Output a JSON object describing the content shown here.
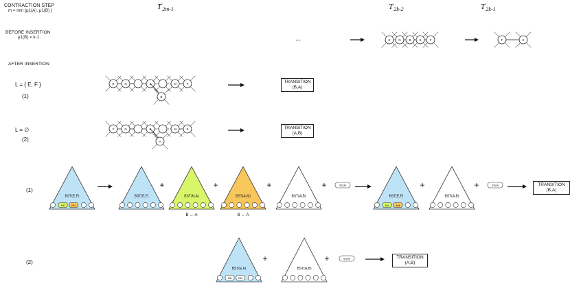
{
  "header": {
    "contraction_step": "CONTRACTION STEP",
    "m_def": "m = min {μ1(A), μ1(B) }",
    "t_2m1": "2m-1",
    "t_2k2": "2k-2",
    "t_2k1": "2k-1",
    "t_symbol": "T",
    "t_prime": "'",
    "k_prime": "'",
    "k_letter": "k"
  },
  "before": {
    "title": "BEFORE INSERTION",
    "cond": "μ1(B) = k-1",
    "ellipsis": "...",
    "chain_labels": [
      "E",
      "N",
      "B",
      "S",
      "F"
    ],
    "pair_labels": [
      "F",
      "E"
    ]
  },
  "after": {
    "title": "AFTER INSERTION",
    "case1_cond": "L = { E, F }",
    "case1_num": "(1)",
    "case2_cond": "L = ∅",
    "case2_num": "(2)",
    "case1_chain": [
      "E",
      "N",
      "",
      "S",
      "",
      "M",
      "F"
    ],
    "case1_branch": "B",
    "case2_chain": [
      "F",
      "N",
      "",
      "B",
      "",
      "M",
      "E"
    ],
    "case2_branch": "A",
    "transition1": [
      "TRANSITION",
      "(B,A)"
    ],
    "transition2": [
      "TRANSITION",
      "(A,B)"
    ]
  },
  "bst_row1": {
    "num": "(1)",
    "tri1": "BST(E,F)",
    "tri1_slots": [
      "",
      "NS",
      "EM",
      ""
    ],
    "tri2": "BST(E,F)",
    "tri3": "BST(N,A)",
    "tri3_note": "B ← A",
    "tri4": "BST(A,M)",
    "tri4_note": "B ← A",
    "tri5": "BST(A,B)",
    "pill": "I(T)(A)",
    "tri6": "BST(E,F)",
    "tri6_slots": [
      "",
      "NA",
      "AM",
      ""
    ],
    "tri7": "BST(A,B)",
    "pill2": "I(T)(A)",
    "transition": [
      "TRANSITION",
      "(B,A)"
    ],
    "plus": "+"
  },
  "bst_row2": {
    "num": "(2)",
    "tri1": "BST(E,F)",
    "tri1_slots": [
      "",
      "NB",
      "BM",
      ""
    ],
    "tri2": "BST(A,B)",
    "pill": "I(T)(A)",
    "transition": [
      "TRANSITION",
      "(A,B)"
    ],
    "plus": "+"
  },
  "colors": {
    "blue": "#bfe3f6",
    "green": "#d9f56a",
    "orange": "#f8c75c",
    "white": "#ffffff",
    "stroke": "#333333"
  }
}
